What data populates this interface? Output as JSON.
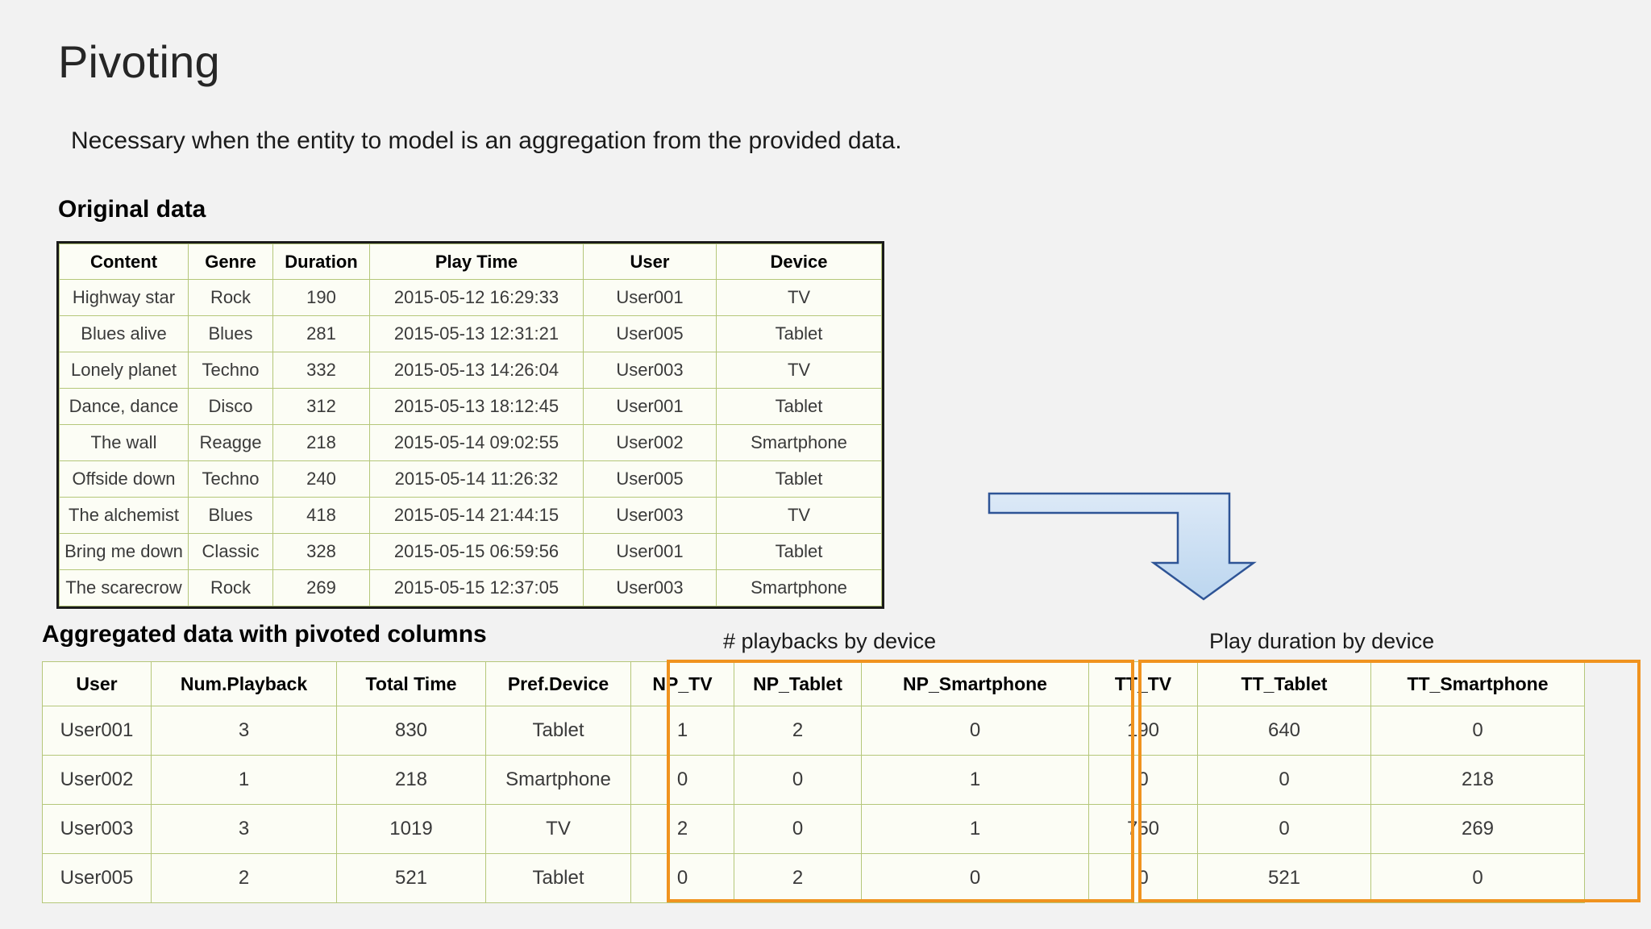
{
  "slide": {
    "title": "Pivoting",
    "subtitle": "Necessary when the entity to model is an aggregation from the provided data.",
    "original_label": "Original data",
    "aggregated_label": "Aggregated data with pivoted columns",
    "caption_playbacks": "# playbacks by device",
    "caption_duration": "Play duration by device"
  },
  "colors": {
    "background": "#f2f2f2",
    "table_border": "#b5c77a",
    "table_outline": "#1a1a1a",
    "highlight": "#f0931f",
    "arrow_fill": "#cfe0f3",
    "arrow_stroke": "#2e5496",
    "text": "#1a1a1a"
  },
  "original_table": {
    "columns": [
      "Content",
      "Genre",
      "Duration",
      "Play Time",
      "User",
      "Device"
    ],
    "rows": [
      [
        "Highway star",
        "Rock",
        "190",
        "2015-05-12 16:29:33",
        "User001",
        "TV"
      ],
      [
        "Blues alive",
        "Blues",
        "281",
        "2015-05-13 12:31:21",
        "User005",
        "Tablet"
      ],
      [
        "Lonely planet",
        "Techno",
        "332",
        "2015-05-13 14:26:04",
        "User003",
        "TV"
      ],
      [
        "Dance, dance",
        "Disco",
        "312",
        "2015-05-13 18:12:45",
        "User001",
        "Tablet"
      ],
      [
        "The wall",
        "Reagge",
        "218",
        "2015-05-14 09:02:55",
        "User002",
        "Smartphone"
      ],
      [
        "Offside down",
        "Techno",
        "240",
        "2015-05-14 11:26:32",
        "User005",
        "Tablet"
      ],
      [
        "The alchemist",
        "Blues",
        "418",
        "2015-05-14 21:44:15",
        "User003",
        "TV"
      ],
      [
        "Bring me down",
        "Classic",
        "328",
        "2015-05-15 06:59:56",
        "User001",
        "Tablet"
      ],
      [
        "The scarecrow",
        "Rock",
        "269",
        "2015-05-15 12:37:05",
        "User003",
        "Smartphone"
      ]
    ]
  },
  "aggregated_table": {
    "columns": [
      "User",
      "Num.Playback",
      "Total Time",
      "Pref.Device",
      "NP_TV",
      "NP_Tablet",
      "NP_Smartphone",
      "TT_TV",
      "TT_Tablet",
      "TT_Smartphone"
    ],
    "rows": [
      [
        "User001",
        "3",
        "830",
        "Tablet",
        "1",
        "2",
        "0",
        "190",
        "640",
        "0"
      ],
      [
        "User002",
        "1",
        "218",
        "Smartphone",
        "0",
        "0",
        "1",
        "0",
        "0",
        "218"
      ],
      [
        "User003",
        "3",
        "1019",
        "TV",
        "2",
        "0",
        "1",
        "750",
        "0",
        "269"
      ],
      [
        "User005",
        "2",
        "521",
        "Tablet",
        "0",
        "2",
        "0",
        "0",
        "521",
        "0"
      ]
    ]
  },
  "arrow": {
    "name": "elbow-arrow-down"
  }
}
